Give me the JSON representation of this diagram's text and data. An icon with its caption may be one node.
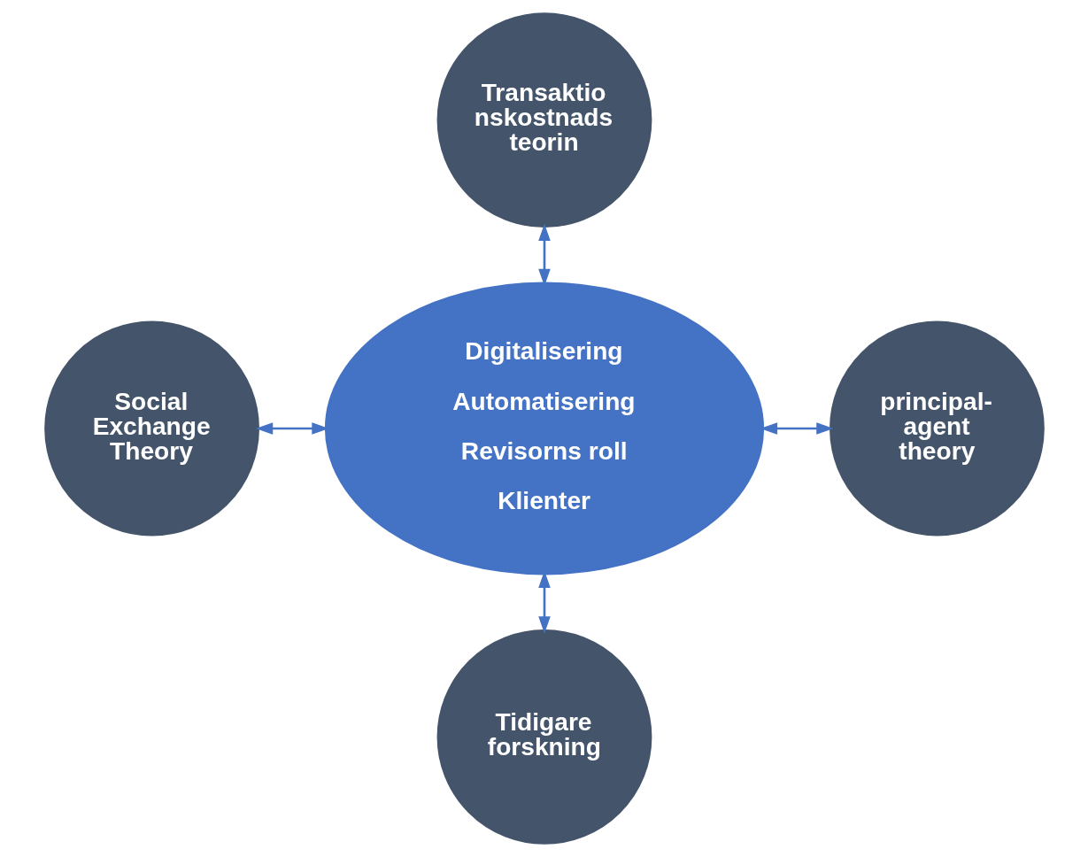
{
  "diagram": {
    "nodes": [
      {
        "text": [
          "Transaktio nskostnads teorin"
        ]
      },
      {
        "text": [
          "Social Exchange Theory"
        ]
      },
      {
        "text": [
          "Digitalisering",
          "Automatisering",
          "Revisorns roll",
          "Klienter"
        ]
      },
      {
        "text": [
          "principal- agent theory"
        ]
      },
      {
        "text": [
          "Tidigare forskning"
        ]
      }
    ],
    "edges": [
      {
        "from": 0,
        "to": 2,
        "arrow": "both"
      },
      {
        "from": 1,
        "to": 2,
        "arrow": "both"
      },
      {
        "from": 2,
        "to": 3,
        "arrow": "both"
      },
      {
        "from": 2,
        "to": 4,
        "arrow": "both"
      }
    ]
  }
}
